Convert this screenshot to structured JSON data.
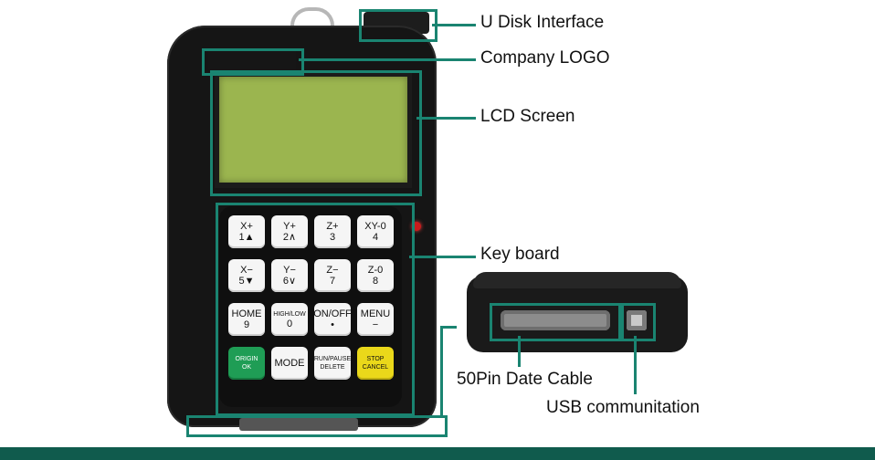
{
  "labels": {
    "u_disk": "U Disk Interface",
    "logo": "Company LOGO",
    "lcd": "LCD Screen",
    "keyboard": "Key board",
    "cable": "50Pin Date Cable",
    "usb": "USB communitation"
  },
  "keys": [
    {
      "top": "X+",
      "bottom": "1▲"
    },
    {
      "top": "Y+",
      "bottom": "2∧"
    },
    {
      "top": "Z+",
      "bottom": "3"
    },
    {
      "top": "XY-0",
      "bottom": "4"
    },
    {
      "top": "X−",
      "bottom": "5▼"
    },
    {
      "top": "Y−",
      "bottom": "6∨"
    },
    {
      "top": "Z−",
      "bottom": "7"
    },
    {
      "top": "Z-0",
      "bottom": "8"
    },
    {
      "top": "HOME",
      "bottom": "9"
    },
    {
      "top": "HIGH/LOW",
      "bottom": "0"
    },
    {
      "top": "ON/OFF",
      "bottom": "•"
    },
    {
      "top": "MENU",
      "bottom": "−"
    },
    {
      "top": "ORIGIN",
      "bottom": "OK"
    },
    {
      "top": "MODE",
      "bottom": ""
    },
    {
      "top": "RUN/PAUSE",
      "bottom": "DELETE"
    },
    {
      "top": "STOP",
      "bottom": "CANCEL"
    }
  ],
  "colors": {
    "annotation": "#1a8471",
    "lcd": "#9bb54f",
    "origin_key": "#1f9d55",
    "stop_key": "#ead81a",
    "footer_bar": "#105b4d"
  }
}
